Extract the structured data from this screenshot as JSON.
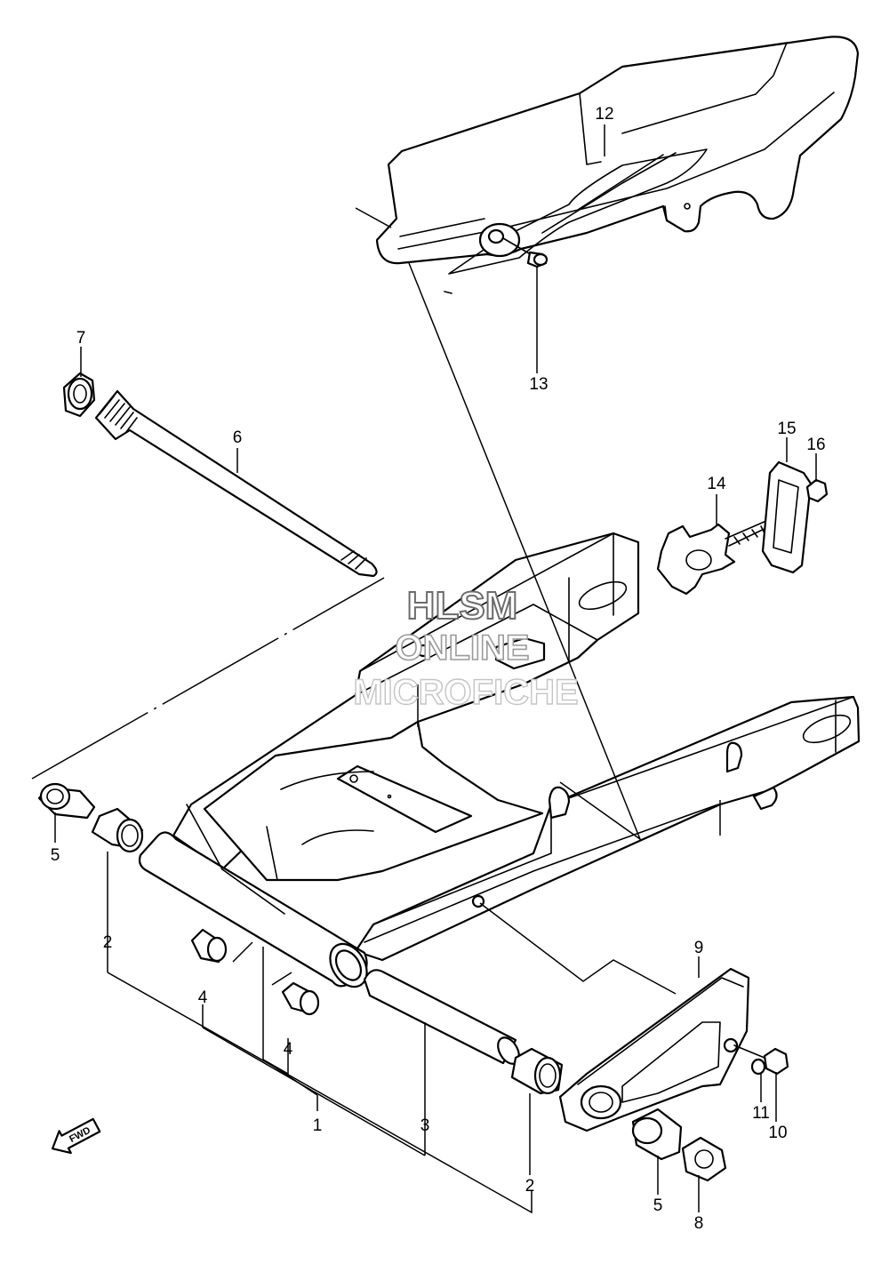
{
  "watermark": {
    "line1": "HLSM",
    "line2": "ONLINE",
    "line3": "MICROFICHE"
  },
  "direction_icon": "fwd-arrow-icon",
  "direction_label": "FWD",
  "callouts": {
    "c1": "1",
    "c2a": "2",
    "c2b": "2",
    "c3": "3",
    "c4a": "4",
    "c4b": "4",
    "c5a": "5",
    "c5b": "5",
    "c6": "6",
    "c7": "7",
    "c8": "8",
    "c9": "9",
    "c10": "10",
    "c11": "11",
    "c12": "12",
    "c13": "13",
    "c14": "14",
    "c15": "15",
    "c16": "16"
  }
}
